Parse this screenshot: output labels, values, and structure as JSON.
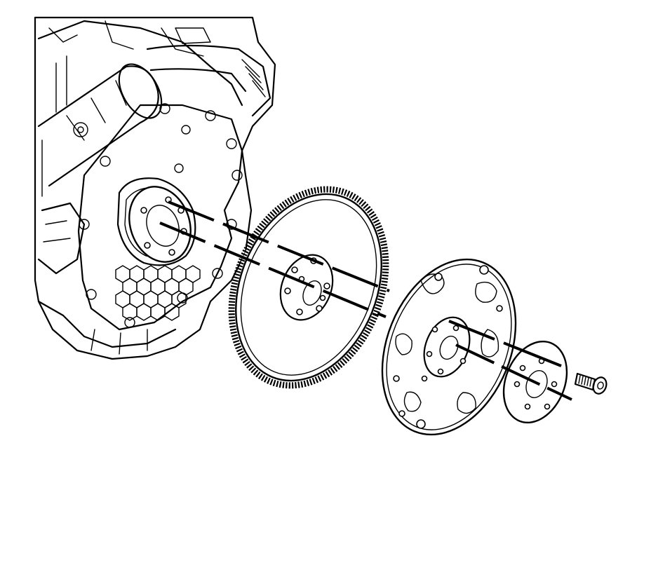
{
  "diagram": {
    "kind": "exploded-view illustration",
    "text_labels": [],
    "parts": [
      {
        "id": "engine-block",
        "icon": "engine-block-icon"
      },
      {
        "id": "crankshaft-flange",
        "icon": "crankshaft-flange-icon"
      },
      {
        "id": "flywheel-ring-gear",
        "icon": "ring-gear-flywheel-icon"
      },
      {
        "id": "flexplate",
        "icon": "flexplate-icon"
      },
      {
        "id": "reinforcement-plate",
        "icon": "retainer-plate-icon"
      },
      {
        "id": "flywheel-bolt",
        "icon": "bolt-icon"
      }
    ],
    "colors": {
      "line": "#000000",
      "background": "#ffffff"
    }
  }
}
